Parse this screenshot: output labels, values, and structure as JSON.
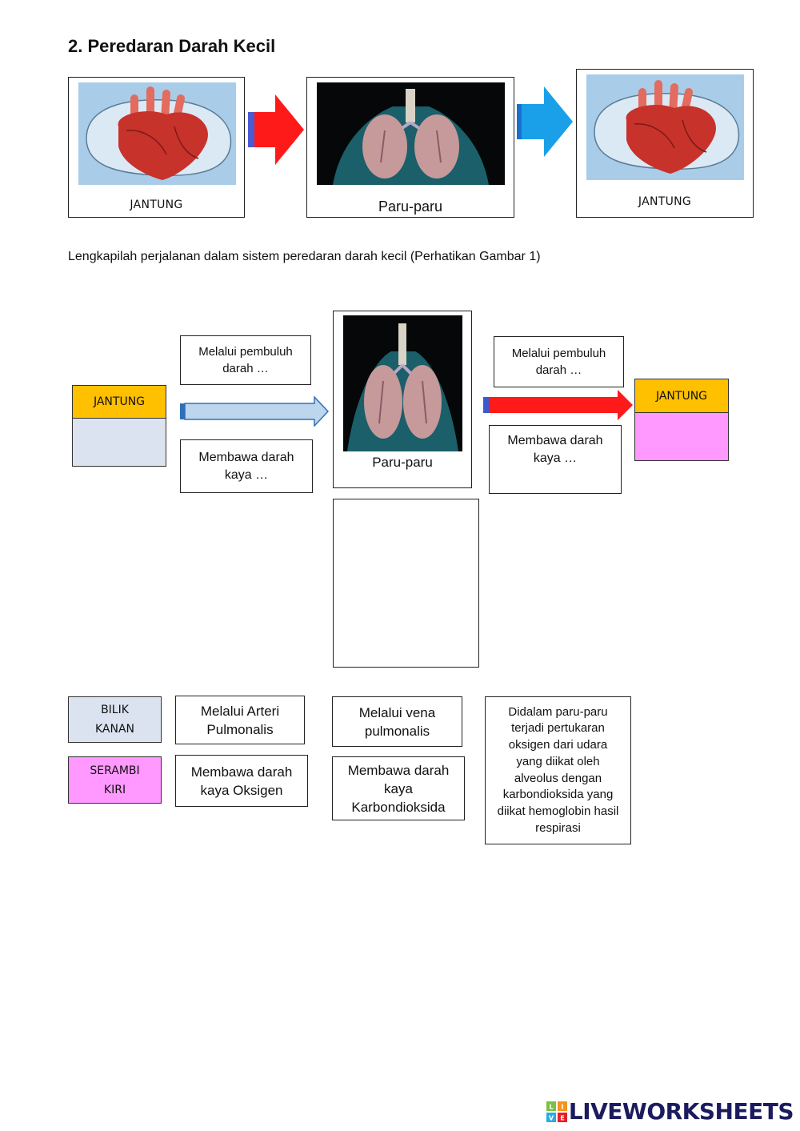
{
  "heading": "2. Peredaran Darah Kecil",
  "instruction": "Lengkapilah perjalanan dalam sistem peredaran darah kecil (Perhatikan Gambar 1)",
  "top_row": {
    "left_caption": "JANTUNG",
    "middle_caption": "Paru-paru",
    "right_caption": "JANTUNG"
  },
  "diagram": {
    "left_heart_label": "JANTUNG",
    "right_heart_label": "JANTUNG",
    "left_upper_prompt": "Melalui pembuluh darah …",
    "left_lower_prompt": "Membawa darah kaya …",
    "right_upper_prompt": "Melalui pembuluh darah …",
    "right_lower_prompt": "Membawa darah kaya …",
    "lung_caption": "Paru-paru"
  },
  "answer_options": {
    "bilik_kanan": "BILIK KANAN",
    "serambi_kiri": "SERAMBI KIRI",
    "arteri": "Melalui Arteri Pulmonalis",
    "oksigen": "Membawa darah kaya Oksigen",
    "vena": "Melalui vena pulmonalis",
    "karbondioksida": "Membawa darah kaya Karbondioksida",
    "pertukaran": "Didalam paru-paru terjadi pertukaran oksigen dari udara yang diikat oleh alveolus dengan karbondioksida yang diikat hemoglobin hasil respirasi"
  },
  "brand": {
    "logo_letters": "LIVE",
    "wordmark": "LIVEWORKSHEETS"
  },
  "colors": {
    "red_arrow": "#ff1a1a",
    "blue_arrow": "#1aa0e8",
    "light_blue_arrow": "#bcd6ee",
    "orange_label": "#ffc000",
    "blue_gray_fill": "#dbe3f1",
    "pink_fill": "#ff99ff"
  }
}
